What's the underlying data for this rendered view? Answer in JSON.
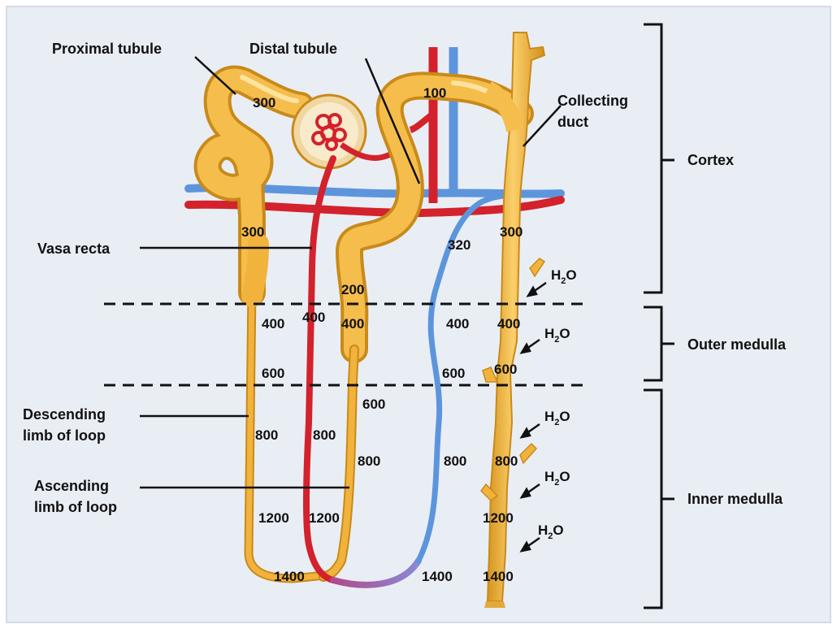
{
  "labels": {
    "proximal_tubule": "Proximal tubule",
    "distal_tubule": "Distal tubule",
    "collecting_duct_1": "Collecting",
    "collecting_duct_2": "duct",
    "vasa_recta": "Vasa recta",
    "descending_1": "Descending",
    "descending_2": "limb of loop",
    "ascending_1": "Ascending",
    "ascending_2": "limb of loop"
  },
  "regions": {
    "cortex": "Cortex",
    "outer_medulla": "Outer medulla",
    "inner_medulla": "Inner medulla"
  },
  "water": {
    "h": "H",
    "sub": "2",
    "o": "O"
  },
  "values": {
    "prox_300_top": "300",
    "prox_300_bottom": "300",
    "distal_100": "100",
    "duct_300": "300",
    "vessel_320": "320",
    "asc_200": "200",
    "desc_400": "400",
    "vr_400": "400",
    "asc_400": "400",
    "vb_400": "400",
    "duct_400": "400",
    "desc_600": "600",
    "asc_600": "600",
    "vb_600": "600",
    "duct_600": "600",
    "desc_800": "800",
    "vr_800": "800",
    "asc_800": "800",
    "vb_800": "800",
    "duct_800": "800",
    "desc_1200": "1200",
    "vr_1200": "1200",
    "duct_1200": "1200",
    "loop_1400": "1400",
    "vb_1400": "1400",
    "duct_1400": "1400"
  },
  "colors": {
    "tubule": "#f2b33d",
    "tubule_dark": "#c98a1a",
    "tubule_light": "#fbd98a",
    "artery": "#d3222c",
    "vein": "#5d95dd",
    "frame": "#e8eef5"
  }
}
